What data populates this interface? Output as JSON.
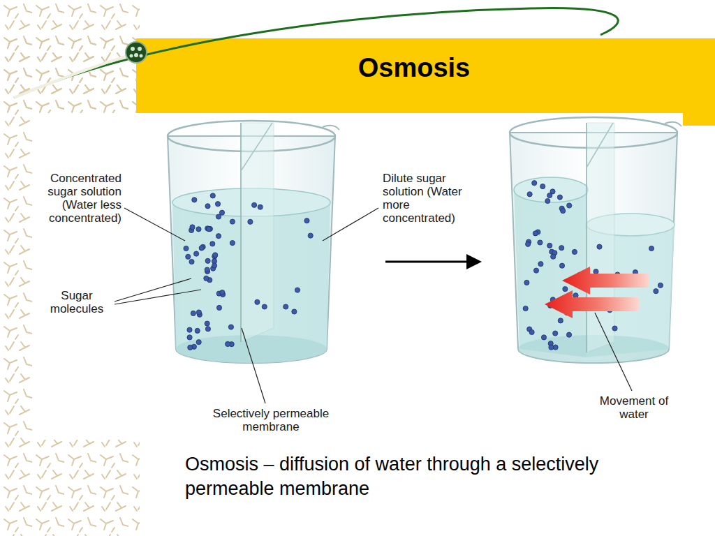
{
  "diagram": {
    "title": "Osmosis",
    "caption": "Osmosis – diffusion of water through a selectively permeable membrane",
    "labels": [
      "Concentrated sugar solution (Water less concentrated)",
      "Dilute sugar solution (Water more concentrated)",
      "Sugar molecules",
      "Selectively permeable membrane",
      "Movement of water"
    ]
  }
}
